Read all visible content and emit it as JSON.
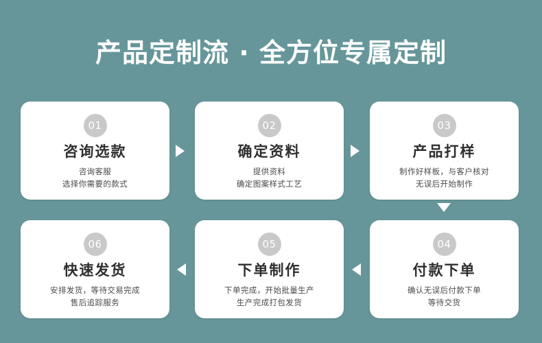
{
  "header": {
    "title": "产品定制流 · 全方位专属定制"
  },
  "colors": {
    "background": "#669699",
    "card_background": "#ffffff",
    "badge": "#c9c9c9",
    "title_text": "#ffffff",
    "card_title_text": "#2e2e2e",
    "card_sub_text": "#4a4a4a",
    "arrow": "#ffffff"
  },
  "flow": {
    "rows": [
      {
        "direction": "right",
        "cards": [
          {
            "number": "01",
            "title": "咨询选款",
            "sub_lines": [
              "咨询客服",
              "选择你需要的款式"
            ]
          },
          {
            "number": "02",
            "title": "确定资料",
            "sub_lines": [
              "提供资料",
              "确定图案样式工艺"
            ]
          },
          {
            "number": "03",
            "title": "产品打样",
            "sub_lines": [
              "制作好样板，与客户核对",
              "无误后开始制作"
            ]
          }
        ]
      },
      {
        "direction": "left",
        "cards": [
          {
            "number": "06",
            "title": "快速发货",
            "sub_lines": [
              "安排发货，等待交易完成",
              "售后追踪服务"
            ]
          },
          {
            "number": "05",
            "title": "下单制作",
            "sub_lines": [
              "下单完成，开始批量生产",
              "生产完成打包发货"
            ]
          },
          {
            "number": "04",
            "title": "付款下单",
            "sub_lines": [
              "确认无误后付款下单",
              "等待交货"
            ]
          }
        ]
      }
    ],
    "connectors": [
      {
        "name": "arrow-right-01-to-02",
        "glyph": "triangle-right"
      },
      {
        "name": "arrow-right-02-to-03",
        "glyph": "triangle-right"
      },
      {
        "name": "arrow-down-03-to-04",
        "glyph": "triangle-down"
      },
      {
        "name": "arrow-left-04-to-05",
        "glyph": "triangle-left"
      },
      {
        "name": "arrow-left-05-to-06",
        "glyph": "triangle-left"
      }
    ]
  }
}
